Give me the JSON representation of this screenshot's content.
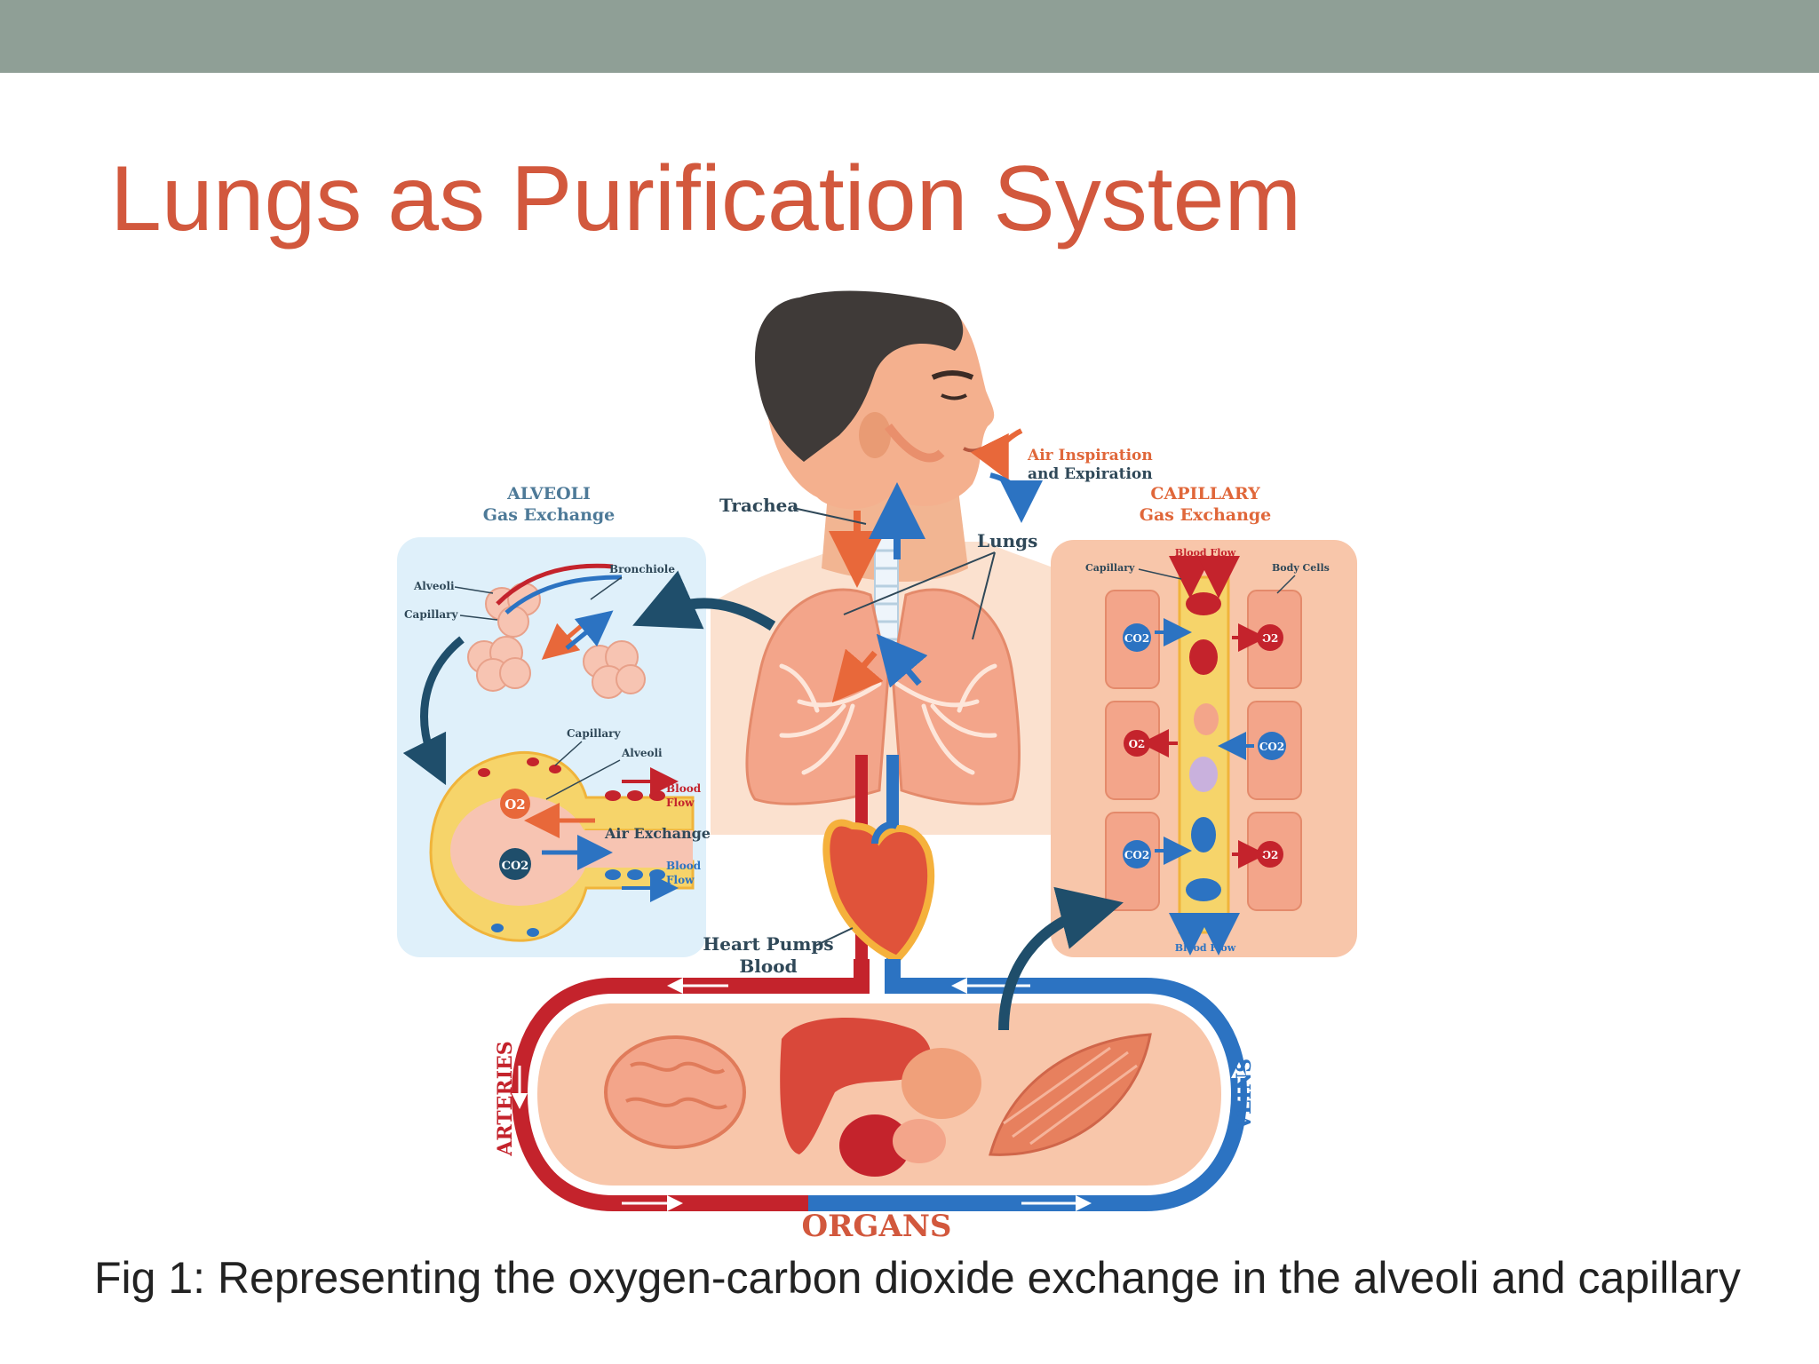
{
  "slide": {
    "title": "Lungs as Purification System",
    "caption": "Fig 1: Representing the oxygen-carbon dioxide exchange in the alveoli and capillary"
  },
  "diagram": {
    "air_flow": [
      "Air Inspiration",
      "and Expiration"
    ],
    "trachea": "Trachea",
    "lungs": "Lungs",
    "heart": [
      "Heart Pumps",
      "Blood"
    ],
    "alveoli_panel": {
      "title": [
        "ALVEOLI",
        "Gas Exchange"
      ],
      "alveoli": "Alveoli",
      "capillary": "Capillary",
      "bronchiole": "Bronchiole",
      "capillary_2": "Capillary",
      "alveoli_2": "Alveoli",
      "o2": "O2",
      "co2": "CO2",
      "blood_flow_top": [
        "Blood",
        "Flow"
      ],
      "air_exchange": "Air Exchange",
      "blood_flow_bottom": [
        "Blood",
        "Flow"
      ]
    },
    "capillary_panel": {
      "title": [
        "CAPILLARY",
        "Gas Exchange"
      ],
      "capillary": "Capillary",
      "blood_flow_top": "Blood Flow",
      "body_cells": "Body Cells",
      "blood_flow_bottom": "Blood Flow",
      "co2": "CO2",
      "o2": "O2"
    },
    "arteries": "ARTERIES",
    "veins": "VEINS",
    "organs": "ORGANS"
  },
  "colors": {
    "title": "#d2583d",
    "top_bar": "#8f9f96",
    "artery_red": "#c4232c",
    "vein_blue": "#2c73c2",
    "skin": "#f4b08e",
    "alveoli_bg": "#dff0fa",
    "capillary_bg": "#f8c6aa",
    "label_dark": "#2f4858"
  }
}
